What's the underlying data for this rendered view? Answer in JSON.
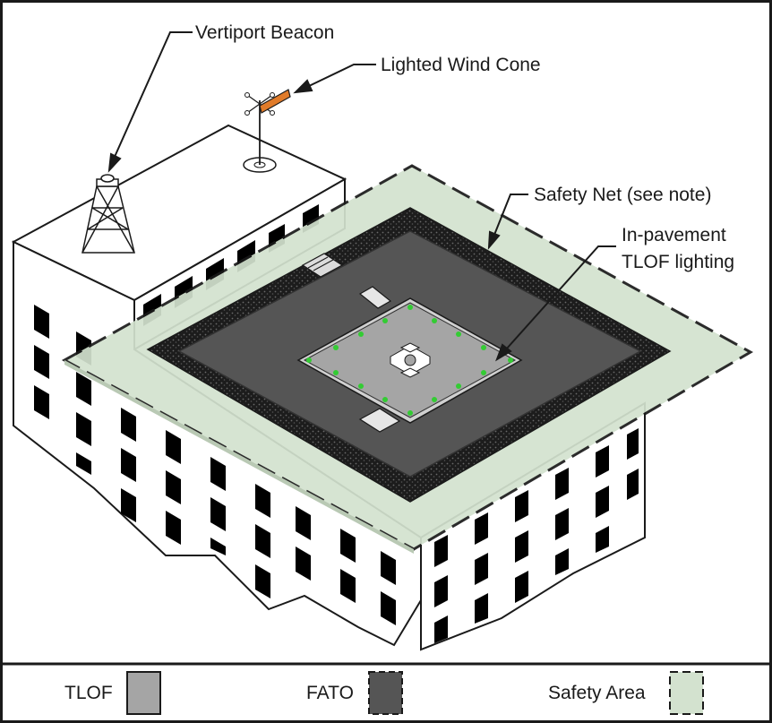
{
  "diagram": {
    "callouts": {
      "beacon": "Vertiport Beacon",
      "wind_cone": "Lighted Wind Cone",
      "safety_net": "Safety Net (see note)",
      "tlof_lighting_line1": "In-pavement",
      "tlof_lighting_line2": "TLOF lighting"
    },
    "legend": [
      {
        "label": "TLOF",
        "color": "#a5a5a5",
        "dashed": false
      },
      {
        "label": "FATO",
        "color": "#555555",
        "dashed": true
      },
      {
        "label": "Safety Area",
        "color": "#d3e2cf",
        "dashed": true
      }
    ],
    "colors": {
      "tlof": "#a5a5a5",
      "fato": "#555555",
      "safety_area": "#d3e2cf",
      "safety_net": "#1e1e1e",
      "wind_cone": "#e07b2a",
      "tlof_lights": "#33cc33",
      "outline": "#1a1a1a"
    }
  }
}
